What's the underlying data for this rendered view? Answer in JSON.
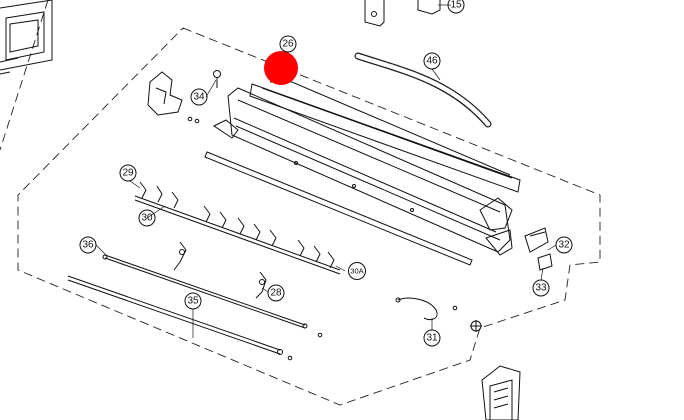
{
  "diagram": {
    "callouts": [
      {
        "id": "c15",
        "label": "15"
      },
      {
        "id": "c26",
        "label": "26"
      },
      {
        "id": "c46",
        "label": "46"
      },
      {
        "id": "c34",
        "label": "34"
      },
      {
        "id": "c29",
        "label": "29"
      },
      {
        "id": "c30",
        "label": "30"
      },
      {
        "id": "c36",
        "label": "36"
      },
      {
        "id": "c30a",
        "label": "30A"
      },
      {
        "id": "c28",
        "label": "28"
      },
      {
        "id": "c35",
        "label": "35"
      },
      {
        "id": "c32",
        "label": "32"
      },
      {
        "id": "c33",
        "label": "33"
      },
      {
        "id": "c31",
        "label": "31"
      }
    ],
    "highlight": {
      "color": "#ff0000",
      "attached_to": "26"
    },
    "colors": {
      "line": "#111111",
      "background": "#ffffff",
      "panel": "#f2f2f2"
    }
  }
}
